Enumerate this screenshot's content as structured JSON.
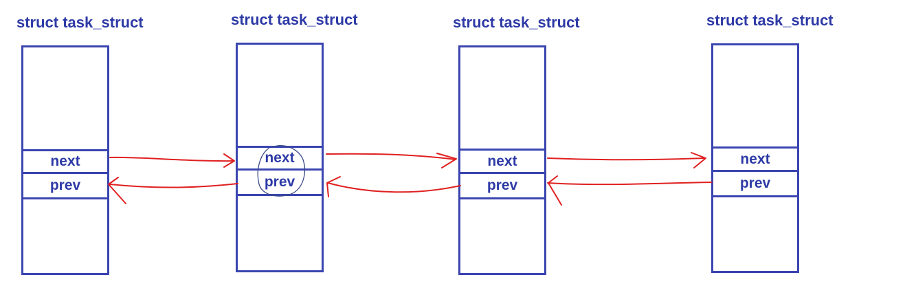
{
  "nodes": [
    {
      "title": "struct task_struct",
      "next_label": "next",
      "prev_label": "prev"
    },
    {
      "title": "struct task_struct",
      "next_label": "next",
      "prev_label": "prev"
    },
    {
      "title": "struct task_struct",
      "next_label": "next",
      "prev_label": "prev"
    },
    {
      "title": "struct task_struct",
      "next_label": "next",
      "prev_label": "prev"
    }
  ],
  "colors": {
    "box_stroke": "#3a45b0",
    "text": "#2e3aa6",
    "arrow": "#e02020",
    "annotation_circle": "#3a4a8a"
  }
}
